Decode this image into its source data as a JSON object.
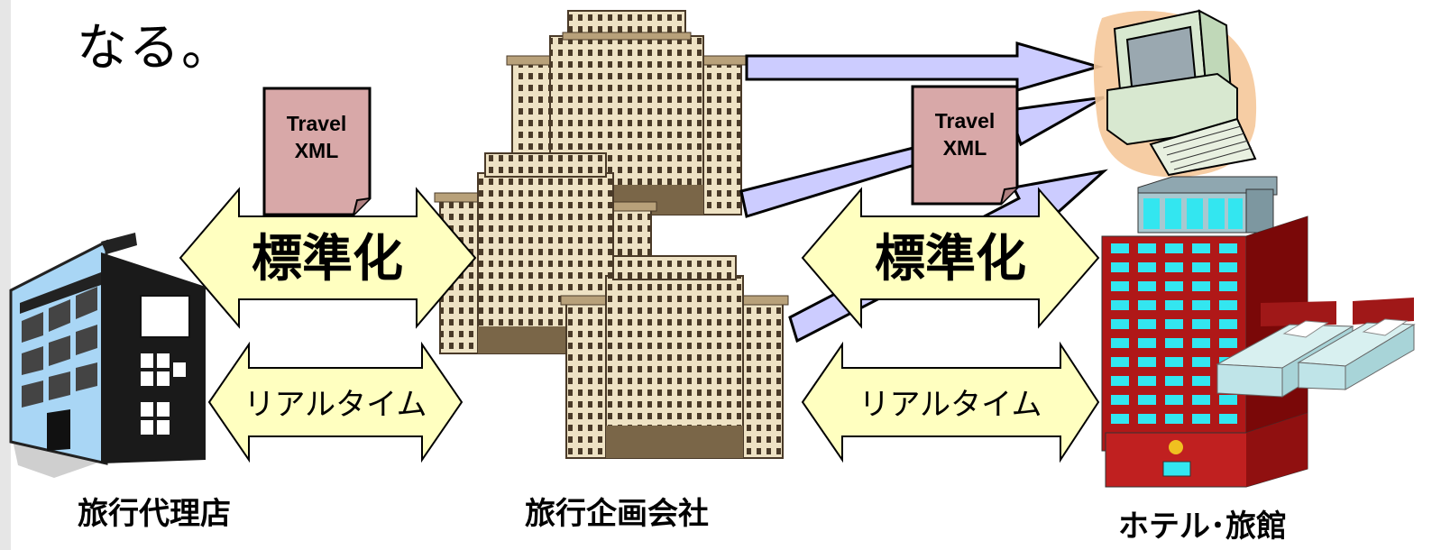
{
  "heading": "なる。",
  "documents": {
    "left": {
      "line1": "Travel",
      "line2": "XML"
    },
    "right": {
      "line1": "Travel",
      "line2": "XML"
    }
  },
  "arrows": {
    "standardize_left": "標準化",
    "standardize_right": "標準化",
    "realtime_left": "リアルタイム",
    "realtime_right": "リアルタイム"
  },
  "captions": {
    "travel_agency": "旅行代理店",
    "tour_operator": "旅行企画会社",
    "hotel": "ホテル･旅館"
  },
  "colors": {
    "yellow_arrow_fill": "#ffffc0",
    "flow_arrow_fill": "#ccccff",
    "document_fill": "#d8a8a8",
    "building_fill": "#eee2c4",
    "hotel_red": "#a01010",
    "window_cyan": "#33e6f0"
  }
}
